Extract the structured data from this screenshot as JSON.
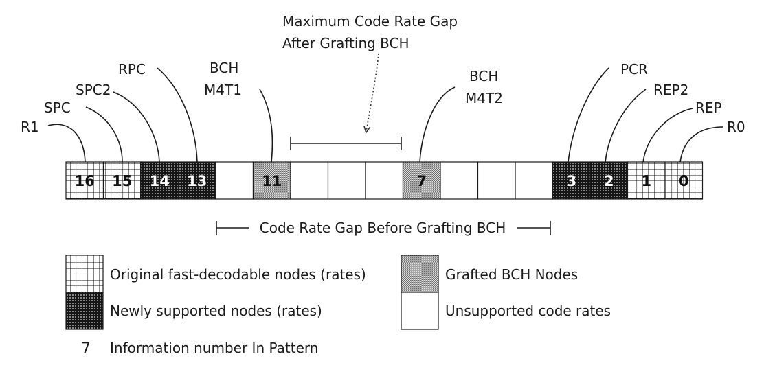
{
  "title": {
    "line1": "Maximum Code Rate Gap",
    "line2": "After Grafting BCH"
  },
  "cells": [
    {
      "number": "16",
      "type": "original"
    },
    {
      "number": "15",
      "type": "original"
    },
    {
      "number": "14",
      "type": "new"
    },
    {
      "number": "13",
      "type": "new"
    },
    {
      "number": "",
      "type": "unsupported"
    },
    {
      "number": "11",
      "type": "grafted"
    },
    {
      "number": "",
      "type": "unsupported"
    },
    {
      "number": "",
      "type": "unsupported"
    },
    {
      "number": "",
      "type": "unsupported"
    },
    {
      "number": "7",
      "type": "grafted"
    },
    {
      "number": "",
      "type": "unsupported"
    },
    {
      "number": "",
      "type": "unsupported"
    },
    {
      "number": "",
      "type": "unsupported"
    },
    {
      "number": "3",
      "type": "new"
    },
    {
      "number": "2",
      "type": "new"
    },
    {
      "number": "1",
      "type": "original"
    },
    {
      "number": "0",
      "type": "original"
    }
  ],
  "node_labels": {
    "r1": "R1",
    "spc": "SPC",
    "spc2": "SPC2",
    "rpc": "RPC",
    "bch_m4t1_line1": "BCH",
    "bch_m4t1_line2": "M4T1",
    "bch_m4t2_line1": "BCH",
    "bch_m4t2_line2": "M4T2",
    "pcr": "PCR",
    "rep2": "REP2",
    "rep": "REP",
    "r0": "R0"
  },
  "gap_label": "Code Rate Gap Before Grafting BCH",
  "legend": {
    "original": "Original fast-decodable nodes (rates)",
    "new": "Newly supported nodes (rates)",
    "grafted": "Grafted BCH Nodes",
    "unsupported": "Unsupported code rates",
    "number_sample": "7",
    "number_desc": "Information number In Pattern"
  }
}
